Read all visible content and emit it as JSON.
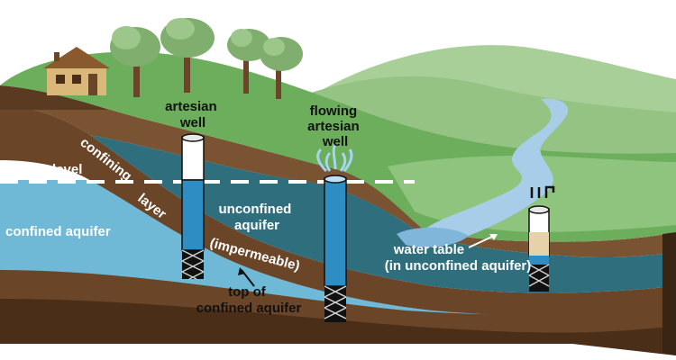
{
  "labels": {
    "artesian_well": [
      "artesian",
      "well"
    ],
    "flowing_artesian_well": [
      "flowing",
      "artesian",
      "well"
    ],
    "water_level": "ic water level",
    "confining": "confining",
    "layer": "layer",
    "unconfined_aquifer": [
      "unconfined",
      "aquifer"
    ],
    "impermeable": "(impermeable)",
    "confined_aquifer": "confined aquifer",
    "top_of_confined": [
      "top of",
      "confined aquifer"
    ],
    "water_table": [
      "water table",
      "(in unconfined aquifer)"
    ]
  },
  "colors": {
    "sky": "#ffffff",
    "grass": "#6cae5c",
    "grass_light": "#8fc47e",
    "hills": "#a9cf99",
    "river": "#a7cde8",
    "soil": "#6b4527",
    "soil_dark": "#4a2e18",
    "confined_aquifer": "#6fb8d6",
    "unconfined_aquifer": "#2f6f7d",
    "well_blue": "#2e8dc2"
  }
}
